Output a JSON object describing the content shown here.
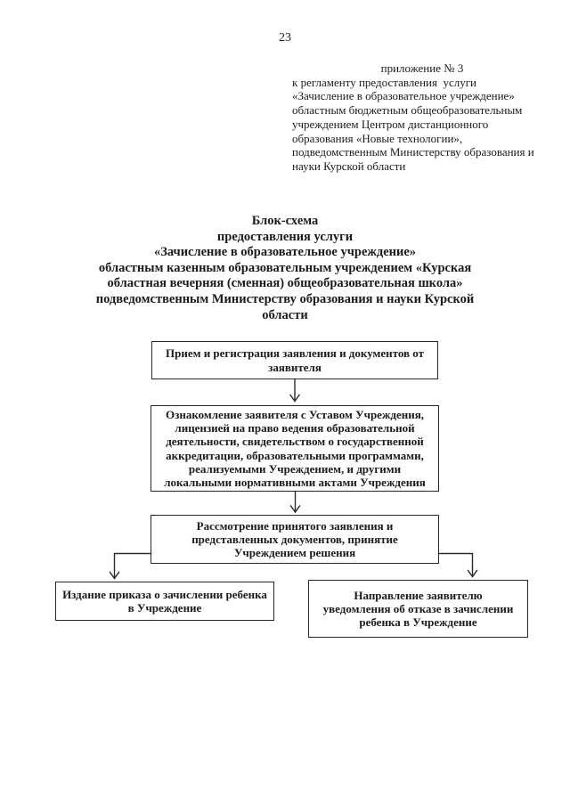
{
  "page": {
    "number": "23"
  },
  "annex": {
    "lines": [
      "приложение № 3",
      "к регламенту предоставления  услуги",
      "«Зачисление в образовательное учреждение»",
      "областным бюджетным общеобразовательным",
      "учреждением Центром дистанционного",
      "образования «Новые технологии»,",
      "подведомственным Министерству образования и",
      "науки Курской области"
    ]
  },
  "title": {
    "lines": [
      "Блок-схема",
      "предоставления услуги",
      "«Зачисление в образовательное учреждение»",
      "областным казенным образовательным учреждением «Курская",
      "областная вечерняя (сменная) общеобразовательная школа»",
      "подведомственным Министерству образования и науки Курской",
      "области"
    ]
  },
  "flowchart": {
    "boxes": [
      {
        "id": "box-1",
        "text": "Прием и регистрация заявления и документов от заявителя"
      },
      {
        "id": "box-2",
        "text": "Ознакомление заявителя с Уставом Учреждения, лицензией на право ведения образовательной деятельности, свидетельством о государственной аккредитации, образовательными программами, реализуемыми Учреждением, и другими локальными нормативными актами Учреждения"
      },
      {
        "id": "box-3",
        "text": "Рассмотрение принятого заявления и представленных документов, принятие Учреждением решения"
      },
      {
        "id": "box-4",
        "text": "Издание приказа о зачислении ребенка в Учреждение"
      },
      {
        "id": "box-5",
        "text": "Направление заявителю уведомления об отказе в зачислении ребенка в Учреждение"
      }
    ],
    "edges": [
      {
        "from": "box-1",
        "to": "box-2"
      },
      {
        "from": "box-2",
        "to": "box-3"
      },
      {
        "from": "box-3",
        "to": "box-4"
      },
      {
        "from": "box-3",
        "to": "box-5"
      }
    ]
  }
}
